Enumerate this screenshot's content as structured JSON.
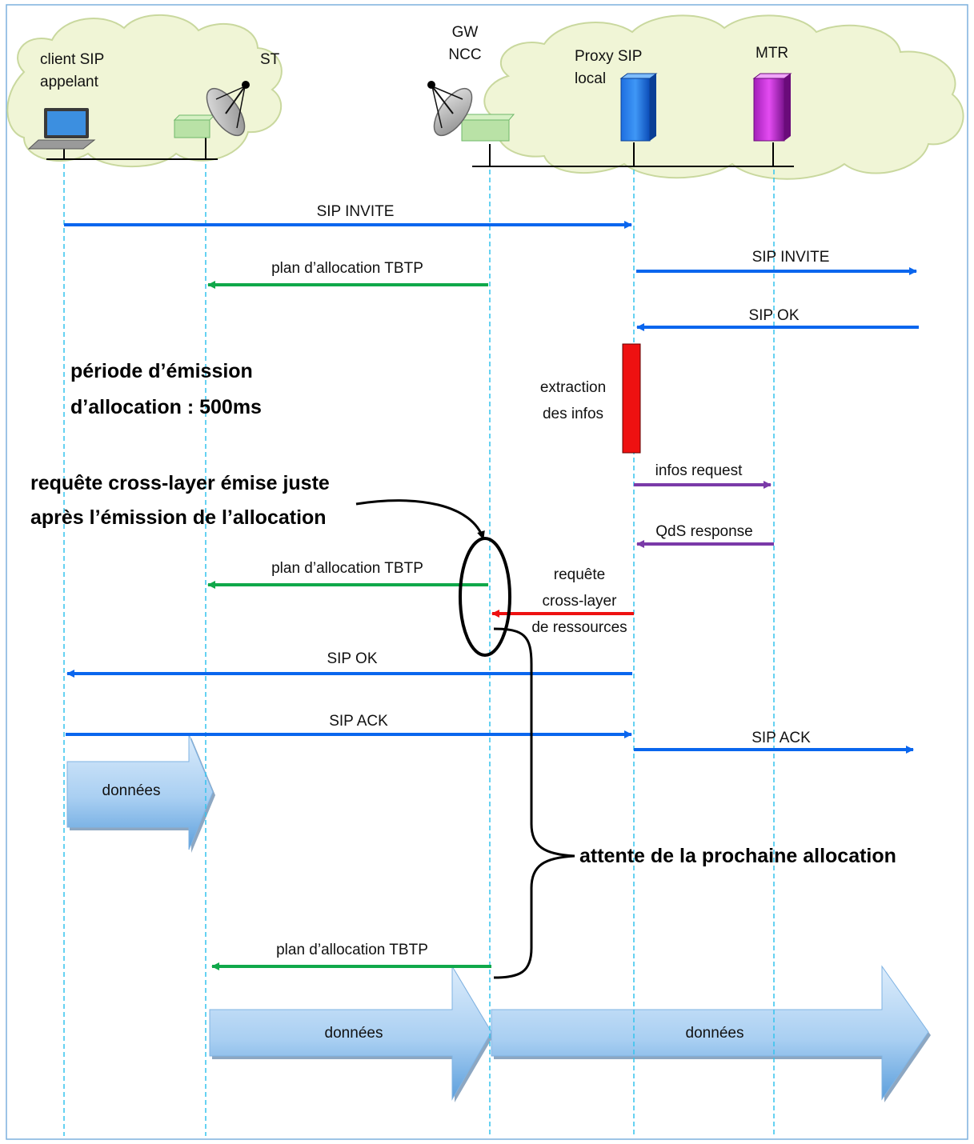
{
  "colors": {
    "sip_blue": "#0a66ee",
    "tbtp_green": "#10a84a",
    "info_purple": "#7a3aa8",
    "crosslayer_red": "#ee1111",
    "lifeline": "#33c4ee",
    "cloud_fill": "#f0f5d6",
    "cloud_stroke": "#c9d89e",
    "frame": "#7db1de"
  },
  "entities": {
    "client": "client SIP\nappelant",
    "st": "ST",
    "gw": "GW\nNCC",
    "proxy": "Proxy SIP\nlocal",
    "mtr": "MTR"
  },
  "icons": {
    "client": "laptop-icon",
    "st": "satellite-dish-icon",
    "gw": "satellite-dish-icon",
    "proxy": "server-tower-icon",
    "mtr": "server-tower-icon"
  },
  "messages": {
    "invite1": "SIP INVITE",
    "tbtp1": "plan d’allocation TBTP",
    "invite2": "SIP INVITE",
    "ok1": "SIP OK",
    "infos_request": "infos request",
    "qds_response": "QdS response",
    "tbtp2": "plan d’allocation TBTP",
    "crosslayer": "requête\ncross-layer\nde ressources",
    "ok2": "SIP OK",
    "ack1": "SIP ACK",
    "ack2": "SIP ACK",
    "tbtp3": "plan d’allocation TBTP"
  },
  "extraction_label": "extraction\ndes infos",
  "periode_label": "période d’émission\nd’allocation  : 500ms",
  "requete_annotation": "requête cross-layer émise juste\naprès l’émission de l’allocation",
  "attente_label": "attente de la prochaine allocation",
  "data_blocks": {
    "d1": "données",
    "d2": "données",
    "d3": "données"
  }
}
